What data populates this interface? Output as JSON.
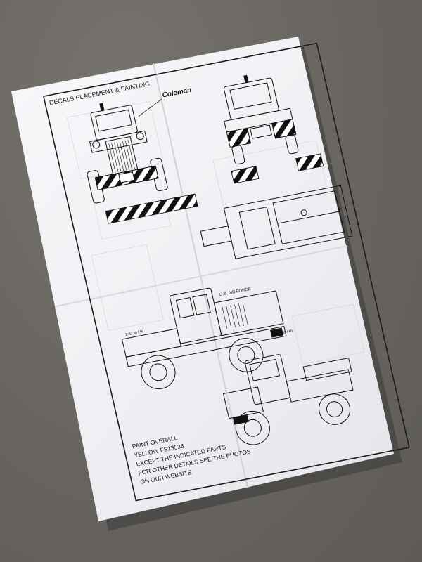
{
  "sheet": {
    "header_title": "DECALS PLACEMENT & PAINTING",
    "logo_text": "Coleman",
    "door_marking": "U.S. AIR FORCE",
    "callout_left": "1.½\" 30 FHI",
    "callout_right": "1.½\" 30 FHI",
    "paint_notes": [
      "PAINT OVERALL",
      "YELLOW FS13538",
      "EXCEPT THE INDICATED PARTS",
      "FOR OTHER DETAILS SEE THE PHOTOS",
      "ON OUR WEBSITE"
    ]
  },
  "colors": {
    "background": "#6b6865",
    "paper": "#f3f4f6",
    "ink": "#222222"
  }
}
